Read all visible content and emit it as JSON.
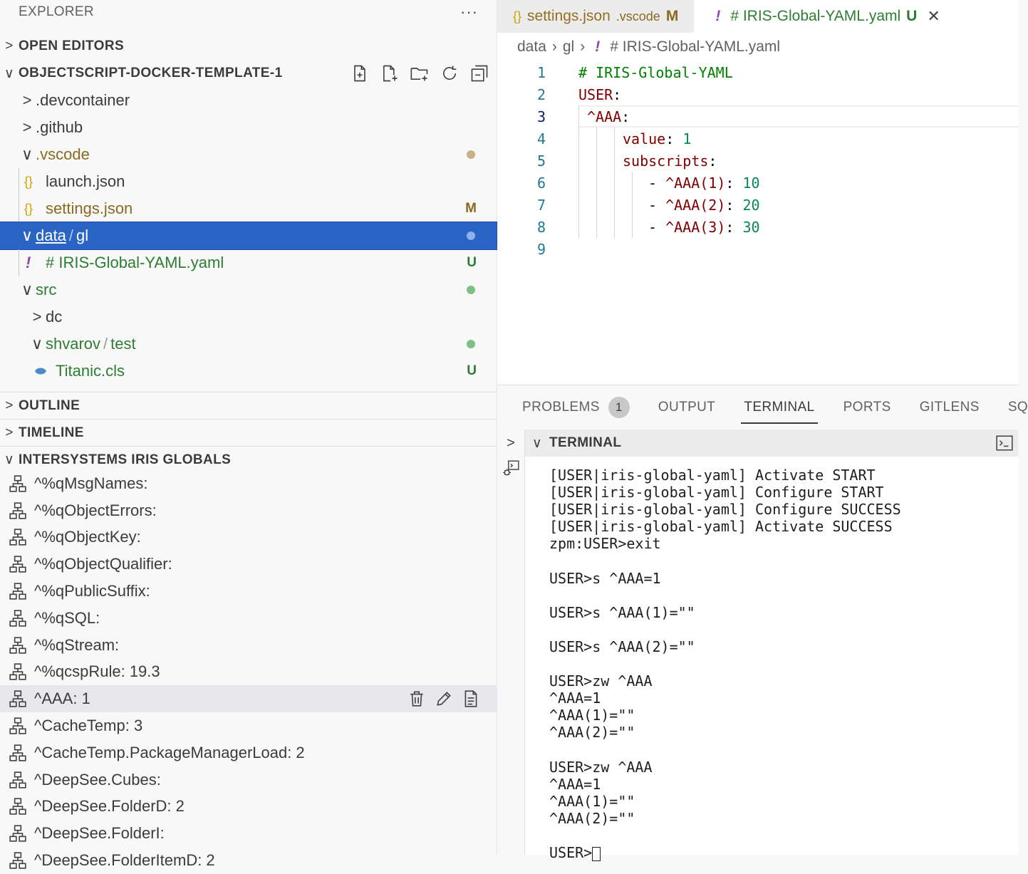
{
  "sidebar": {
    "title": "EXPLORER",
    "more": "···",
    "open_editors": "OPEN EDITORS",
    "workspace": "OBJECTSCRIPT-DOCKER-TEMPLATE-1",
    "tree": [
      {
        "label": ".devcontainer",
        "chev": ">"
      },
      {
        "label": ".github",
        "chev": ">"
      },
      {
        "label": ".vscode",
        "chev": "∨"
      },
      {
        "label": "launch.json",
        "icon": "{}"
      },
      {
        "label": "settings.json",
        "icon": "{}",
        "badge": "M"
      },
      {
        "label_a": "data",
        "label_sep": "/",
        "label_b": "gl",
        "chev": "∨"
      },
      {
        "label": "# IRIS-Global-YAML.yaml",
        "icon": "!",
        "badge": "U"
      },
      {
        "label": "src",
        "chev": "∨"
      },
      {
        "label": "dc",
        "chev": ">"
      },
      {
        "label_a": "shvarov",
        "label_sep": "/",
        "label_b": "test",
        "chev": "∨"
      },
      {
        "label": "Titanic.cls",
        "badge": "U"
      }
    ],
    "outline": "OUTLINE",
    "timeline": "TIMELINE",
    "globals_title": "INTERSYSTEMS IRIS GLOBALS",
    "globals": [
      "^%qMsgNames:",
      "^%qObjectErrors:",
      "^%qObjectKey:",
      "^%qObjectQualifier:",
      "^%qPublicSuffix:",
      "^%qSQL:",
      "^%qStream:",
      "^%qcspRule: 19.3",
      "^AAA: 1",
      "^CacheTemp: 3",
      "^CacheTemp.PackageManagerLoad: 2",
      "^DeepSee.Cubes:",
      "^DeepSee.FolderD: 2",
      "^DeepSee.FolderI:",
      "^DeepSee.FolderItemD: 2"
    ]
  },
  "editor": {
    "tab1": {
      "icon": "{}",
      "name": "settings.json",
      "dir": ".vscode",
      "status": "M"
    },
    "tab2": {
      "icon": "!",
      "name": "# IRIS-Global-YAML.yaml",
      "status": "U",
      "close": "✕"
    },
    "breadcrumb": {
      "a": "data",
      "b": "gl",
      "icon": "!",
      "c": "# IRIS-Global-YAML.yaml"
    },
    "line_numbers": [
      "1",
      "2",
      "3",
      "4",
      "5",
      "6",
      "7",
      "8",
      "9"
    ],
    "code": {
      "l1": "# IRIS-Global-YAML",
      "l2k": "USER",
      "l2p": ":",
      "l3k": "^AAA",
      "l3p": ":",
      "l4k": "value",
      "l4p": ": ",
      "l4v": "1",
      "l5k": "subscripts",
      "l5p": ":",
      "l6d": "- ",
      "l6k": "^AAA(1)",
      "l6p": ": ",
      "l6v": "10",
      "l7d": "- ",
      "l7k": "^AAA(2)",
      "l7p": ": ",
      "l7v": "20",
      "l8d": "- ",
      "l8k": "^AAA(3)",
      "l8p": ": ",
      "l8v": "30"
    }
  },
  "panel": {
    "tabs": {
      "problems": "PROBLEMS",
      "problems_count": "1",
      "output": "OUTPUT",
      "terminal": "TERMINAL",
      "ports": "PORTS",
      "gitlens": "GITLENS",
      "sq": "SQ"
    },
    "terminal_title": "TERMINAL",
    "terminal_text": "[USER|iris-global-yaml] Activate START\n[USER|iris-global-yaml] Configure START\n[USER|iris-global-yaml] Configure SUCCESS\n[USER|iris-global-yaml] Activate SUCCESS\nzpm:USER>exit\n\nUSER>s ^AAA=1\n\nUSER>s ^AAA(1)=\"\"\n\nUSER>s ^AAA(2)=\"\"\n\nUSER>zw ^AAA\n^AAA=1\n^AAA(1)=\"\"\n^AAA(2)=\"\"\n\nUSER>zw ^AAA\n^AAA=1\n^AAA(1)=\"\"\n^AAA(2)=\"\"\n\n",
    "prompt": "USER>"
  }
}
